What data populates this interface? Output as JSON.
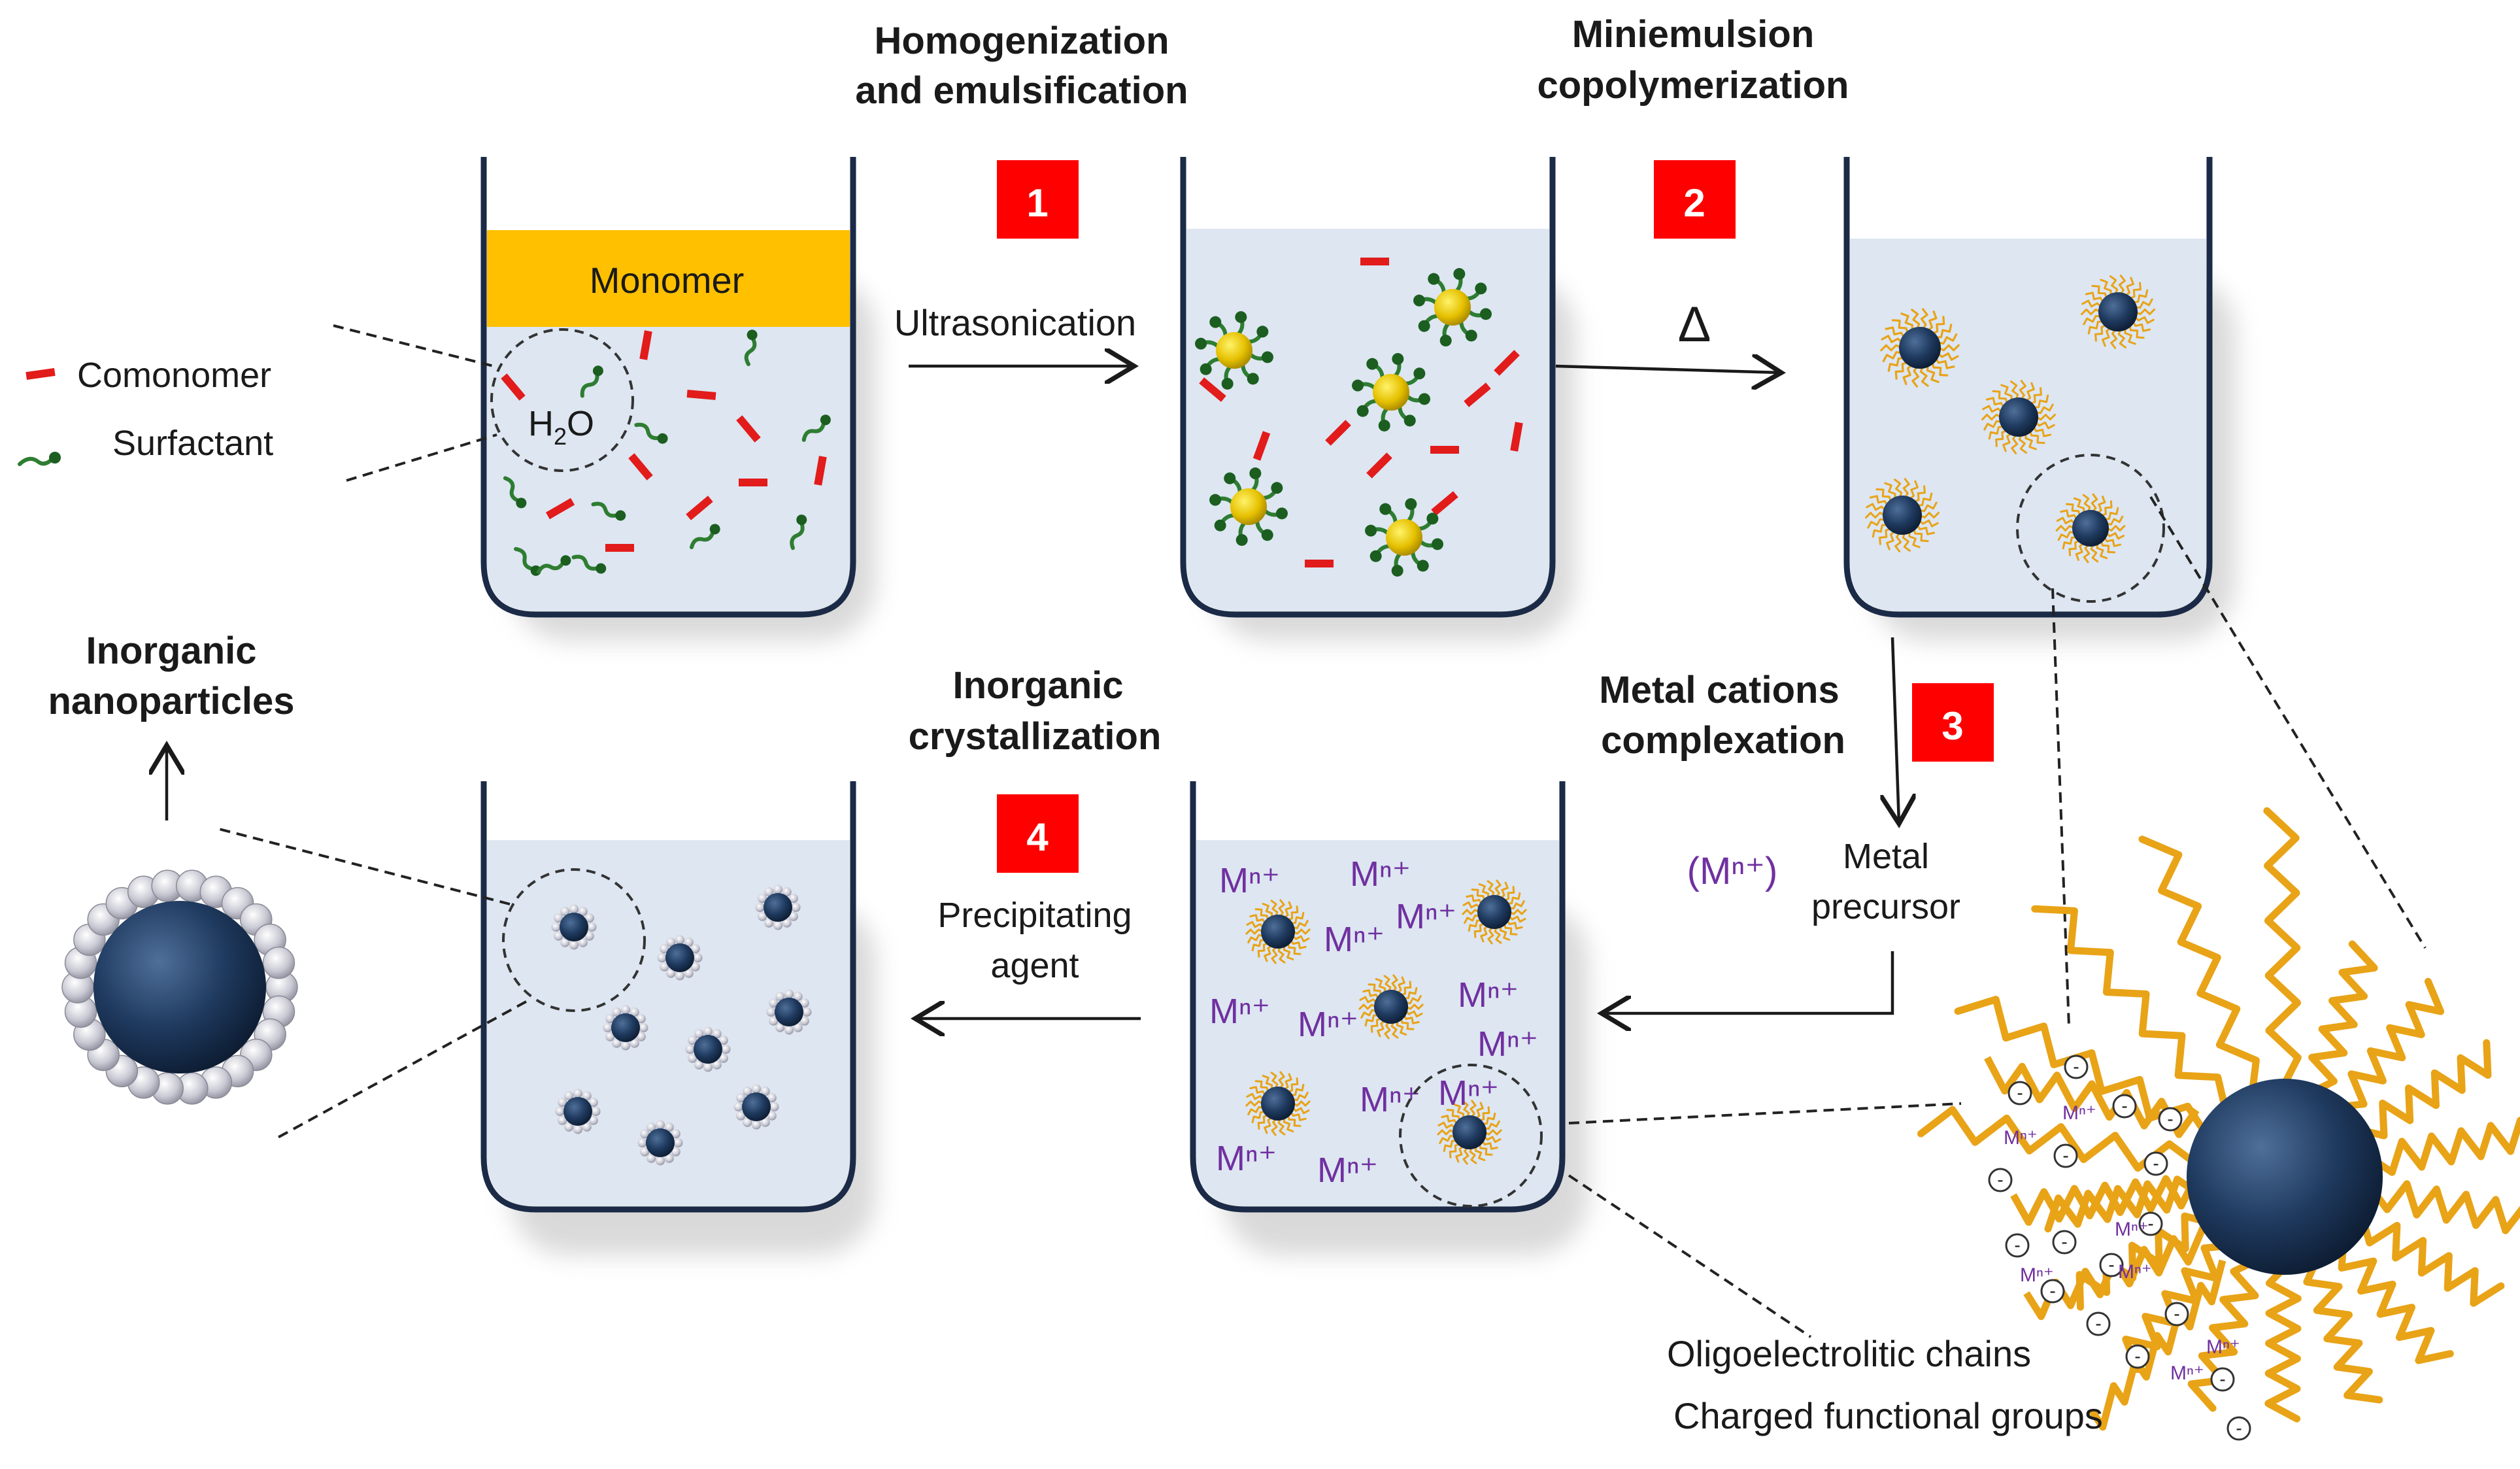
{
  "colors": {
    "water": "#dde6f1",
    "beaker_stroke": "#1b2a46",
    "monomer": "#ffc000",
    "comonomer": "#e21b1b",
    "surfactant": "#2e7d32",
    "polymer_chain": "#e8a317",
    "particle": "#1f3a5f",
    "step_badge": "#ff0000",
    "metal_ion": "#7030a0",
    "inorganic_shell": "#c8c8d4"
  },
  "steps": {
    "s1": {
      "title_line1": "Homogenization",
      "title_line2": "and emulsification",
      "number": "1",
      "action": "Ultrasonication"
    },
    "s2": {
      "title_line1": "Miniemulsion",
      "title_line2": "copolymerization",
      "number": "2",
      "action": "Δ"
    },
    "s3": {
      "title_line1": "Metal cations",
      "title_line2": "complexation",
      "number": "3",
      "precursor_line1": "Metal",
      "precursor_line2": "precursor",
      "precursor_symbol": "(Mⁿ⁺)"
    },
    "s4": {
      "title_line1": "Inorganic",
      "title_line2": "crystallization",
      "number": "4",
      "action_line1": "Precipitating",
      "action_line2": "agent"
    }
  },
  "beaker1": {
    "monomer_label": "Monomer",
    "water_label_main": "H",
    "water_label_sub": "2",
    "water_label_end": "O"
  },
  "legend": {
    "comonomer": "Comonomer",
    "surfactant": "Surfactant"
  },
  "metal_ion_label": "Mⁿ⁺",
  "small_ion_label": "Mⁿ⁺",
  "minus_sign": "-",
  "inorganic_np": {
    "line1": "Inorganic",
    "line2": "nanoparticles"
  },
  "zoom": {
    "chains_label": "Oligoelectrolitic chains",
    "groups_label": "Charged functional groups"
  }
}
